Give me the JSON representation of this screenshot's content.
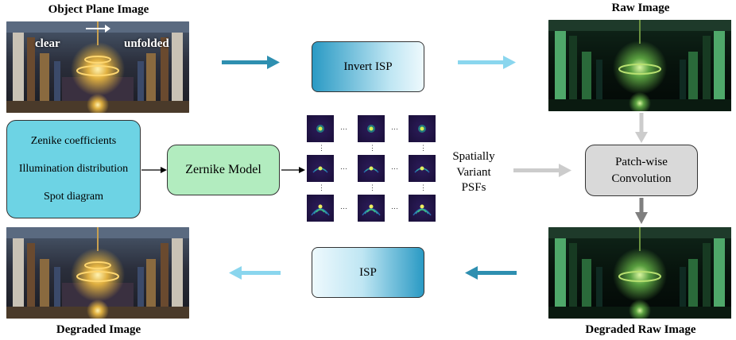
{
  "captions": {
    "object_plane": "Object Plane Image",
    "raw": "Raw Image",
    "degraded": "Degraded Image",
    "degraded_raw": "Degraded Raw Image"
  },
  "overlay": {
    "left": "clear",
    "right": "unfolded"
  },
  "params_box": {
    "items": [
      "Zenike coefficients",
      "Illumination distribution",
      "Spot diagram"
    ]
  },
  "zernike_model": "Zernike Model",
  "invert_isp": "Invert ISP",
  "isp": "ISP",
  "psf_label": [
    "Spatially",
    "Variant",
    "PSFs"
  ],
  "patch_conv": [
    "Patch-wise",
    "Convolution"
  ],
  "ellipsis": "…",
  "vdots": "⋮",
  "colors": {
    "params_fill": "#6dd3e4",
    "zernike_fill": "#b2ecbf",
    "patch_fill": "#d9d9d9",
    "arrow_teal": "#2e8fb0",
    "arrow_light": "#8ad6ee",
    "arrow_gray_light": "#cccccc",
    "arrow_gray_dark": "#7f7f7f"
  }
}
